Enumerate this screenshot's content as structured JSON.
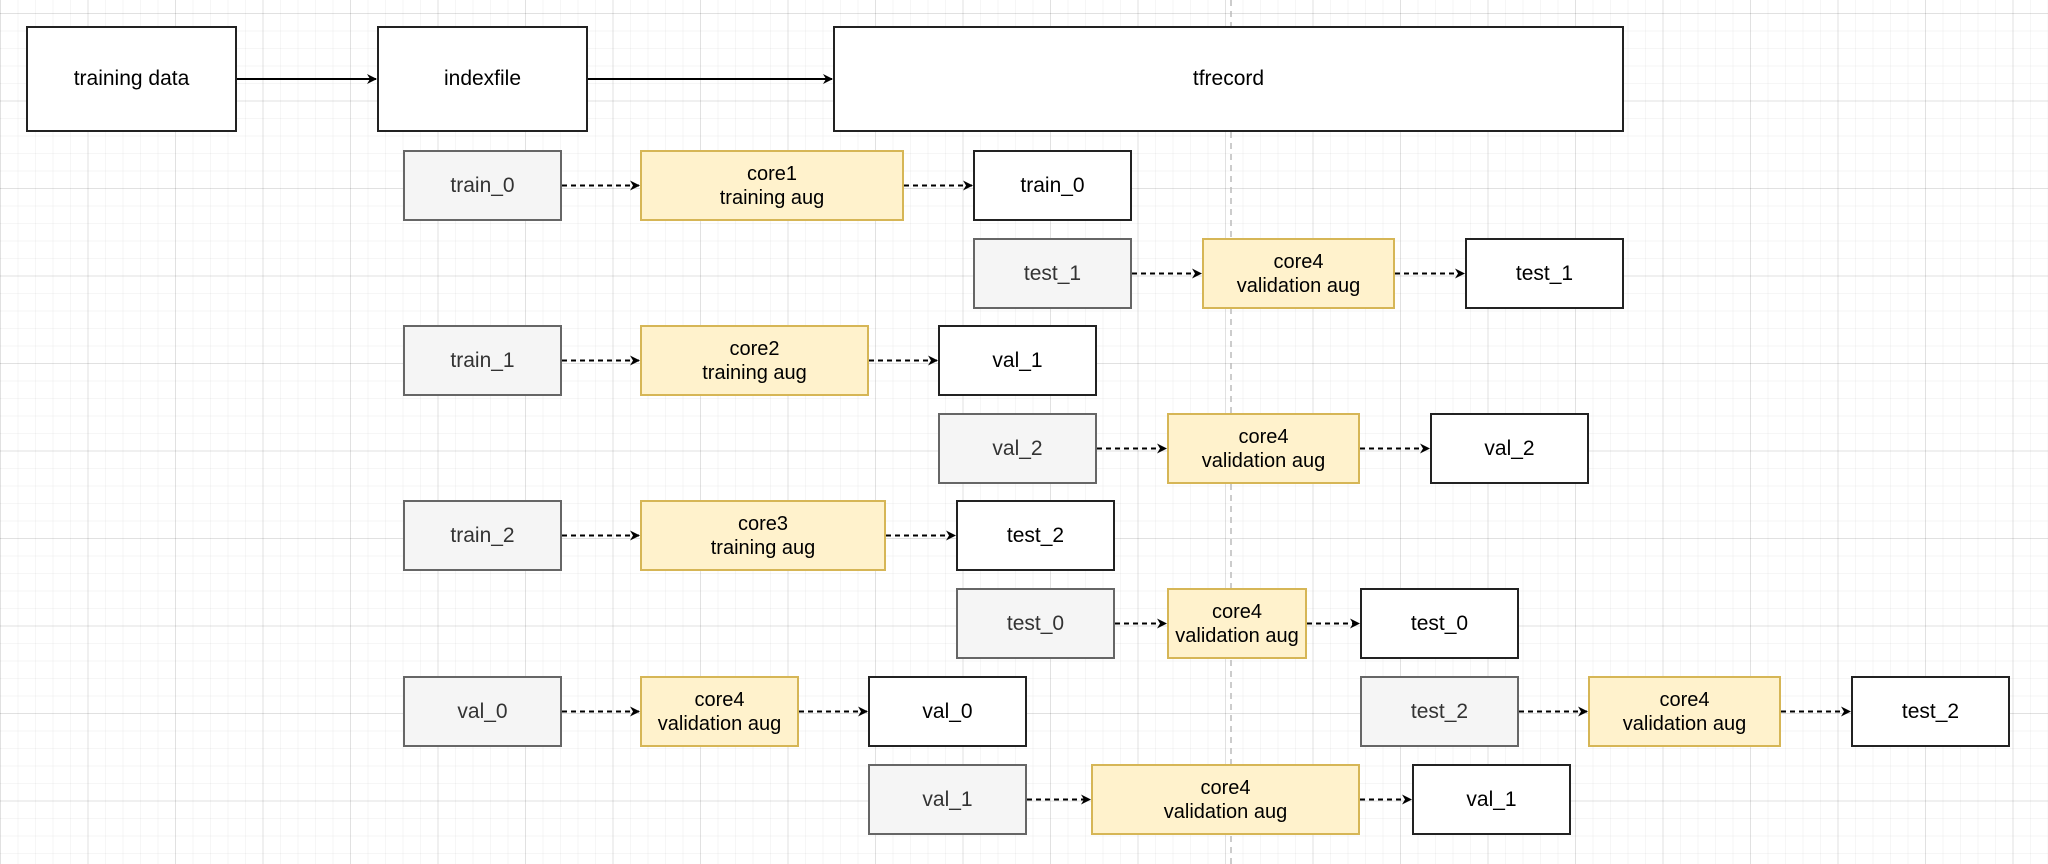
{
  "colors": {
    "data_fill": "#f5f5f5",
    "data_stroke": "#666666",
    "process_fill": "#fff2cc",
    "process_stroke": "#d6b656",
    "output_stroke": "#222222",
    "edge": "#000000",
    "guide": "#bbbbbb"
  },
  "nodes": [
    {
      "id": "training_data",
      "kind": "white",
      "lines": [
        "training data"
      ]
    },
    {
      "id": "indexfile",
      "kind": "white",
      "lines": [
        "indexfile"
      ]
    },
    {
      "id": "tfrecord",
      "kind": "white",
      "lines": [
        "tfrecord"
      ]
    },
    {
      "id": "in_train_0",
      "kind": "gray",
      "lines": [
        "train_0"
      ]
    },
    {
      "id": "core1",
      "kind": "yellow",
      "lines": [
        "core1",
        "training aug"
      ]
    },
    {
      "id": "out_train_0",
      "kind": "white",
      "lines": [
        "train_0"
      ]
    },
    {
      "id": "in_test_1",
      "kind": "gray",
      "lines": [
        "test_1"
      ]
    },
    {
      "id": "core4_a",
      "kind": "yellow",
      "lines": [
        "core4",
        "validation aug"
      ]
    },
    {
      "id": "out_test_1",
      "kind": "white",
      "lines": [
        "test_1"
      ]
    },
    {
      "id": "in_train_1",
      "kind": "gray",
      "lines": [
        "train_1"
      ]
    },
    {
      "id": "core2",
      "kind": "yellow",
      "lines": [
        "core2",
        "training aug"
      ]
    },
    {
      "id": "out_val_1a",
      "kind": "white",
      "lines": [
        "val_1"
      ]
    },
    {
      "id": "in_val_2",
      "kind": "gray",
      "lines": [
        "val_2"
      ]
    },
    {
      "id": "core4_b",
      "kind": "yellow",
      "lines": [
        "core4",
        "validation aug"
      ]
    },
    {
      "id": "out_val_2",
      "kind": "white",
      "lines": [
        "val_2"
      ]
    },
    {
      "id": "in_train_2",
      "kind": "gray",
      "lines": [
        "train_2"
      ]
    },
    {
      "id": "core3",
      "kind": "yellow",
      "lines": [
        "core3",
        "training aug"
      ]
    },
    {
      "id": "out_test_2a",
      "kind": "white",
      "lines": [
        "test_2"
      ]
    },
    {
      "id": "in_test_0",
      "kind": "gray",
      "lines": [
        "test_0"
      ]
    },
    {
      "id": "core4_c",
      "kind": "yellow",
      "lines": [
        "core4",
        "validation aug"
      ]
    },
    {
      "id": "out_test_0",
      "kind": "white",
      "lines": [
        "test_0"
      ]
    },
    {
      "id": "in_val_0",
      "kind": "gray",
      "lines": [
        "val_0"
      ]
    },
    {
      "id": "core4_d",
      "kind": "yellow",
      "lines": [
        "core4",
        "validation aug"
      ]
    },
    {
      "id": "out_val_0",
      "kind": "white",
      "lines": [
        "val_0"
      ]
    },
    {
      "id": "in_test_2",
      "kind": "gray",
      "lines": [
        "test_2"
      ]
    },
    {
      "id": "core4_e",
      "kind": "yellow",
      "lines": [
        "core4",
        "validation aug"
      ]
    },
    {
      "id": "out_test_2b",
      "kind": "white",
      "lines": [
        "test_2"
      ]
    },
    {
      "id": "in_val_1",
      "kind": "gray",
      "lines": [
        "val_1"
      ]
    },
    {
      "id": "core4_f",
      "kind": "yellow",
      "lines": [
        "core4",
        "validation aug"
      ]
    },
    {
      "id": "out_val_1b",
      "kind": "white",
      "lines": [
        "val_1"
      ]
    }
  ],
  "edges": [
    {
      "from": "training_data",
      "to": "indexfile",
      "style": "solid"
    },
    {
      "from": "indexfile",
      "to": "tfrecord",
      "style": "solid"
    },
    {
      "from": "in_train_0",
      "to": "core1",
      "style": "dashed"
    },
    {
      "from": "core1",
      "to": "out_train_0",
      "style": "dashed"
    },
    {
      "from": "in_test_1",
      "to": "core4_a",
      "style": "dashed"
    },
    {
      "from": "core4_a",
      "to": "out_test_1",
      "style": "dashed"
    },
    {
      "from": "in_train_1",
      "to": "core2",
      "style": "dashed"
    },
    {
      "from": "core2",
      "to": "out_val_1a",
      "style": "dashed"
    },
    {
      "from": "in_val_2",
      "to": "core4_b",
      "style": "dashed"
    },
    {
      "from": "core4_b",
      "to": "out_val_2",
      "style": "dashed"
    },
    {
      "from": "in_train_2",
      "to": "core3",
      "style": "dashed"
    },
    {
      "from": "core3",
      "to": "out_test_2a",
      "style": "dashed"
    },
    {
      "from": "in_test_0",
      "to": "core4_c",
      "style": "dashed"
    },
    {
      "from": "core4_c",
      "to": "out_test_0",
      "style": "dashed"
    },
    {
      "from": "in_val_0",
      "to": "core4_d",
      "style": "dashed"
    },
    {
      "from": "core4_d",
      "to": "out_val_0",
      "style": "dashed"
    },
    {
      "from": "in_test_2",
      "to": "core4_e",
      "style": "dashed"
    },
    {
      "from": "core4_e",
      "to": "out_test_2b",
      "style": "dashed"
    },
    {
      "from": "in_val_1",
      "to": "core4_f",
      "style": "dashed"
    },
    {
      "from": "core4_f",
      "to": "out_val_1b",
      "style": "dashed"
    }
  ]
}
